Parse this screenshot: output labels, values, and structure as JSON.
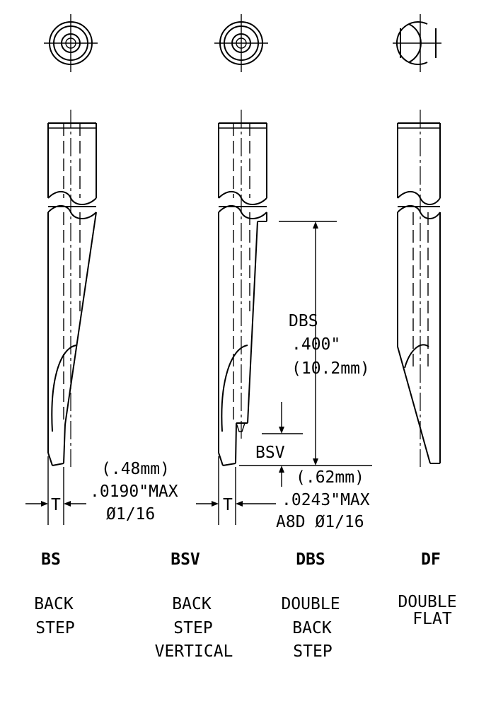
{
  "tools": [
    {
      "code": "BS",
      "description": [
        "BACK",
        "STEP"
      ]
    },
    {
      "code": "BSV",
      "description": [
        "BACK",
        "STEP",
        "VERTICAL"
      ]
    },
    {
      "code": "DBS",
      "description": [
        "DOUBLE",
        "BACK",
        "STEP"
      ]
    },
    {
      "code": "DF",
      "description": [
        "DOUBLE",
        "FLAT"
      ]
    }
  ],
  "bs_callout": {
    "t_label": "T",
    "mm": "(.48mm)",
    "inch": ".0190\"MAX",
    "dia": "Ø1/16"
  },
  "bsv_callout": {
    "t_label": "T",
    "bsv_label": "BSV",
    "mm": "(.62mm)",
    "inch": ".0243\"MAX",
    "dia": "A8D Ø1/16"
  },
  "dbs_callout": {
    "label": "DBS",
    "inch": ".400\"",
    "mm": "(10.2mm)"
  }
}
